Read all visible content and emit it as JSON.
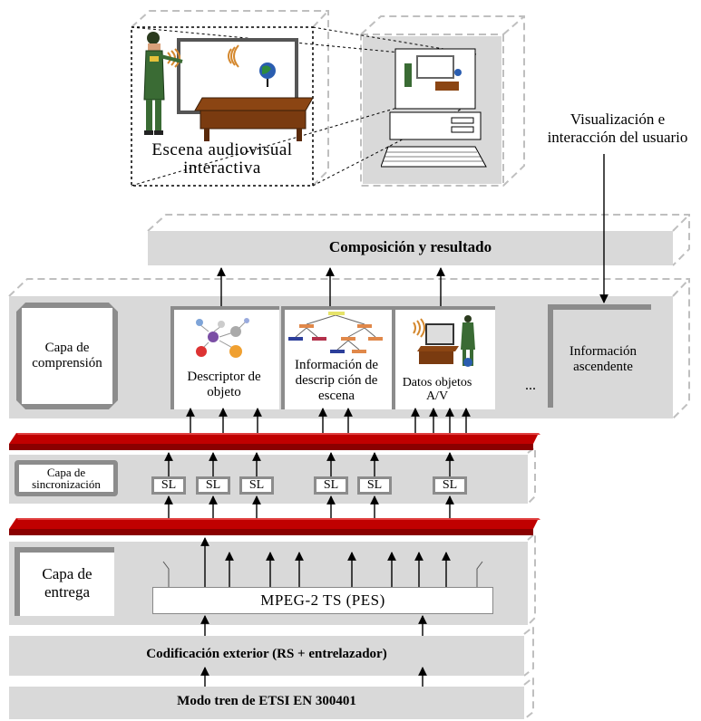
{
  "scene": {
    "label": "Escena audiovisual interactiva"
  },
  "user": {
    "label_line1": "Visualización e",
    "label_line2": "interacción del usuario"
  },
  "composition": {
    "label": "Composición y resultado"
  },
  "compression_layer": {
    "label": "Capa de comprensión",
    "blocks": {
      "descriptor": "Descriptor de objeto",
      "scene_info": "Información de descrip ción de escena",
      "av_data": "Datos objetos A/V",
      "ellipsis": "...",
      "upstream": "Información ascendente"
    }
  },
  "sync_layer": {
    "label": "Capa de sincronización",
    "sl_label": "SL"
  },
  "delivery_layer": {
    "label": "Capa de entrega",
    "mux": "MPEG-2 TS (PES)"
  },
  "outer_coding": {
    "label": "Codificación exterior (RS + entrelazador)"
  },
  "train_mode": {
    "label": "Modo tren de ETSI EN 300401"
  },
  "colors": {
    "slab": "#d9d9d9",
    "dashed": "#bfbfbf",
    "red_bus": "#c00000",
    "frame_gray": "#8c8c8c"
  }
}
